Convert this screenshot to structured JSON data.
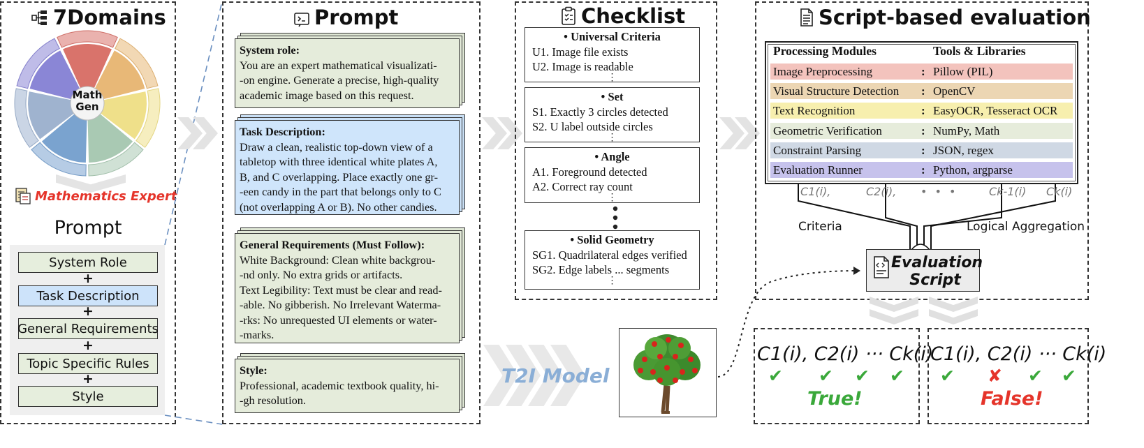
{
  "domains_panel": {
    "title": "7Domains",
    "wheel_center_line1": "Math",
    "wheel_center_line2": "Gen",
    "expert_label": "Mathematics Expert",
    "prompt_label": "Prompt",
    "components": [
      "System Role",
      "Task Description",
      "General Requirements",
      "Topic Specific Rules",
      "Style"
    ],
    "plus_sign": "+",
    "colors": {
      "wheel": [
        "#d9736b",
        "#e8b877",
        "#efe08a",
        "#a9c9b3",
        "#7aa3cf",
        "#9fb3cf",
        "#8a86d6"
      ],
      "task_highlight": "#cde3fa",
      "component_bg": "#e6eedd"
    }
  },
  "prompt_panel": {
    "title": "Prompt",
    "system_role": {
      "heading": "System role:",
      "lines": [
        "You are an expert mathematical visualizati-",
        "-on engine. Generate a precise, high-quality",
        "academic image based on this request."
      ]
    },
    "task_description": {
      "heading": "Task Description:",
      "lines": [
        "Draw a clean, realistic top-down view of a",
        "tabletop with three identical white plates A,",
        "B, and C overlapping. Place exactly one gr-",
        "-een candy in the part that belongs only to C",
        "(not overlapping A or B). No other candies."
      ]
    },
    "general_requirements": {
      "heading": "General Requirements (Must Follow):",
      "lines": [
        "White Background: Clean white backgrou-",
        "-nd only. No extra grids or artifacts.",
        "Text Legibility: Text must be clear and read-",
        "-able. No gibberish. No Irrelevant Waterma-",
        "-rks: No unrequested UI elements or water-",
        "-marks."
      ]
    },
    "style": {
      "heading": "Style:",
      "lines": [
        "Professional, academic textbook quality, hi-",
        "-gh resolution."
      ]
    }
  },
  "checklist_panel": {
    "title": "Checklist",
    "groups": [
      {
        "heading": "Universal Criteria",
        "items": [
          "U1. Image file exists",
          "U2. Image is readable"
        ]
      },
      {
        "heading": "Set",
        "items": [
          "S1. Exactly 3 circles detected",
          "S2. U label outside circles"
        ]
      },
      {
        "heading": "Angle",
        "items": [
          "A1. Foreground detected",
          "A2. Correct ray count"
        ]
      },
      {
        "heading": "Solid Geometry",
        "items": [
          "SG1. Quadrilateral edges verified",
          "SG2. Edge labels ... segments"
        ]
      }
    ],
    "bullet": "•",
    "vertical_dots": "⋮"
  },
  "script_panel": {
    "title": "Script-based evaluation",
    "col_headers": [
      "Processing Modules",
      "Tools & Libraries"
    ],
    "rows": [
      {
        "module": "Image Preprocessing",
        "tools": "Pillow (PIL)",
        "color": "#f3c3bd"
      },
      {
        "module": "Visual Structure Detection",
        "tools": "OpenCV",
        "color": "#ecd6b3"
      },
      {
        "module": "Text Recognition",
        "tools": "EasyOCR, Tesseract OCR",
        "color": "#f7efae"
      },
      {
        "module": "Geometric Verification",
        "tools": "NumPy, Math",
        "color": "#e6ecdb"
      },
      {
        "module": "Constraint Parsing",
        "tools": "JSON, regex",
        "color": "#cfd8e4"
      },
      {
        "module": "Evaluation Runner",
        "tools": "Python, argparse",
        "color": "#c6c2ec"
      }
    ],
    "colon": ":",
    "criteria_labels": [
      "C1(i),",
      "C2(i),",
      "• • •",
      "Ck-1(i)",
      "Ck(i)"
    ],
    "criteria_text": "Criteria",
    "aggregation_text": "Logical Aggregation",
    "eval_script_line1": "Evaluation",
    "eval_script_line2": "Script"
  },
  "t2i_label": "T2I Model",
  "results": {
    "formula": "C1(i), C2(i) ··· Ck(i)",
    "true_marks": [
      "✔",
      "✔",
      "✔",
      "✔"
    ],
    "false_marks": [
      "✔",
      "✘",
      "✔",
      "✔"
    ],
    "true_label": "True!",
    "false_label": "False!",
    "colors": {
      "true": "#3aa83a",
      "false": "#e5342a"
    }
  }
}
